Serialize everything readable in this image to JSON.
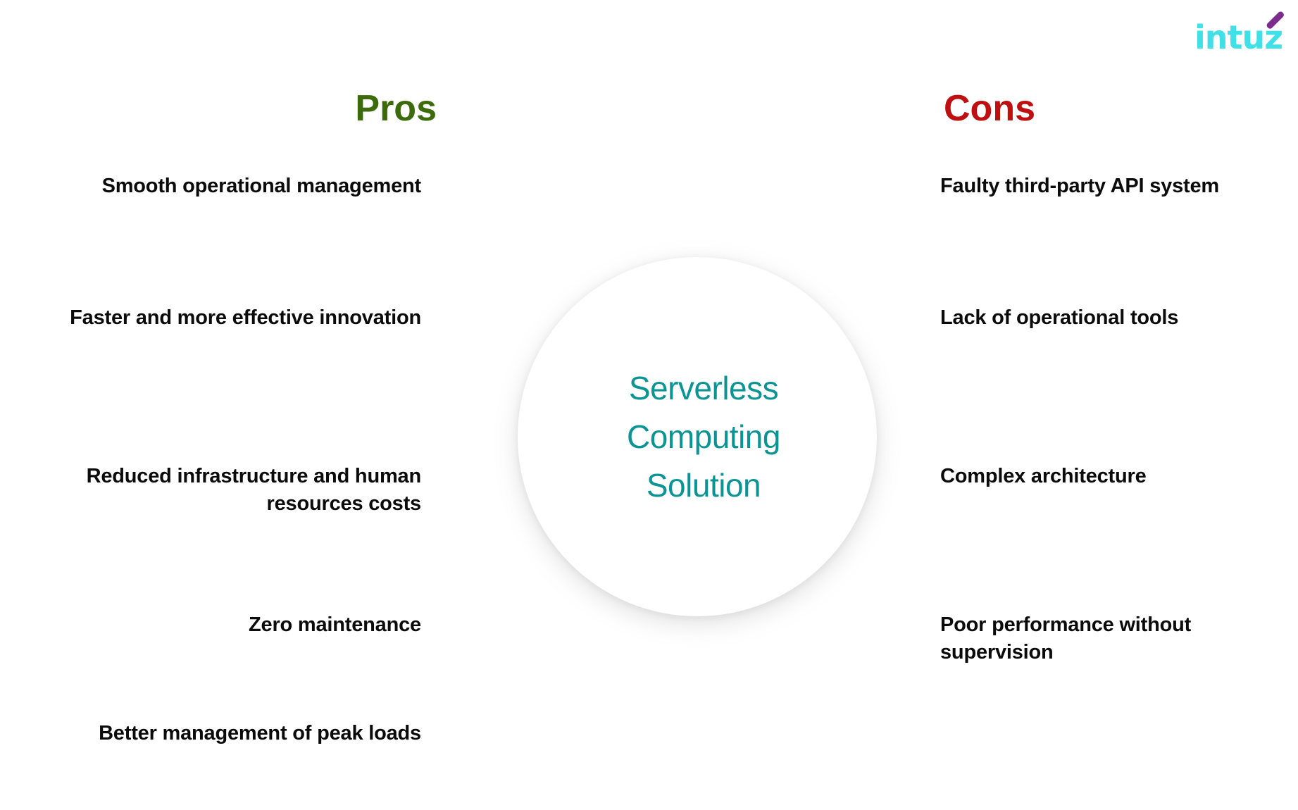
{
  "brand": {
    "logo_text": "intu",
    "logo_accent_letter": "z",
    "logo_color": "#3FE0E8",
    "logo_accent_color": "#7B2D8E"
  },
  "center": {
    "lines": [
      "Serverless",
      "Computing",
      "Solution"
    ],
    "text_color": "#0C9494",
    "background_color": "#FFFFFF"
  },
  "pros": {
    "heading": "Pros",
    "heading_color": "#3B6B0A",
    "items": [
      "Smooth operational management",
      "Faster and more effective innovation",
      "Reduced infrastructure and human resources costs",
      "Zero maintenance",
      "Better management of peak loads"
    ]
  },
  "cons": {
    "heading": "Cons",
    "heading_color": "#BE1010",
    "items": [
      "Faulty third-party API system",
      "Lack of operational tools",
      "Complex architecture",
      "Poor performance without supervision"
    ]
  }
}
